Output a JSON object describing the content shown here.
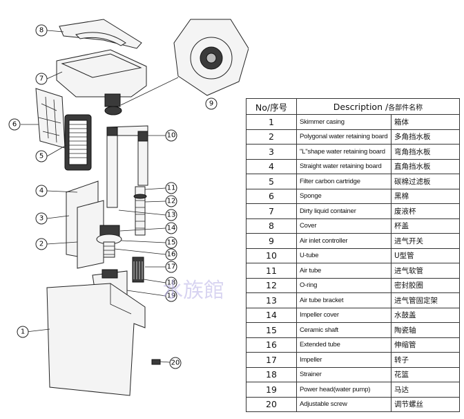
{
  "table": {
    "header": {
      "no": "No/序号",
      "description_en": "Description /",
      "description_cn": "各部件名称"
    },
    "rows": [
      {
        "no": "1",
        "en": "Skimmer casing",
        "cn": "箱体"
      },
      {
        "no": "2",
        "en": "Polygonal water retaining board",
        "cn": "多角挡水板"
      },
      {
        "no": "3",
        "en": "\"L\"shape water retaining board",
        "cn": "弯角挡水板"
      },
      {
        "no": "4",
        "en": "Straight water retaining board",
        "cn": "直角挡水板"
      },
      {
        "no": "5",
        "en": "Filter carbon cartridge",
        "cn": "碳棉过滤板"
      },
      {
        "no": "6",
        "en": "Sponge",
        "cn": "黑棉"
      },
      {
        "no": "7",
        "en": "Dirty liquid container",
        "cn": "废液杯"
      },
      {
        "no": "8",
        "en": "Cover",
        "cn": "杯盖"
      },
      {
        "no": "9",
        "en": "Air inlet controller",
        "cn": "进气开关"
      },
      {
        "no": "10",
        "en": "U-tube",
        "cn": "U型管"
      },
      {
        "no": "11",
        "en": "Air tube",
        "cn": "进气软管"
      },
      {
        "no": "12",
        "en": "O-ring",
        "cn": "密封胶圈"
      },
      {
        "no": "13",
        "en": "Air tube bracket",
        "cn": "进气管固定架"
      },
      {
        "no": "14",
        "en": "Impeller cover",
        "cn": "水鼓盖"
      },
      {
        "no": "15",
        "en": "Ceramic shaft",
        "cn": "陶瓷轴"
      },
      {
        "no": "16",
        "en": "Extended tube",
        "cn": "伸缩管"
      },
      {
        "no": "17",
        "en": "Impeller",
        "cn": "转子"
      },
      {
        "no": "18",
        "en": "Strainer",
        "cn": "花篮"
      },
      {
        "no": "19",
        "en": "Power head(water pump)",
        "cn": "马达"
      },
      {
        "no": "20",
        "en": "Adjustable screw",
        "cn": "调节螺丝"
      }
    ]
  },
  "callouts": [
    "1",
    "2",
    "3",
    "4",
    "5",
    "6",
    "7",
    "8",
    "9",
    "10",
    "11",
    "12",
    "13",
    "14",
    "15",
    "16",
    "17",
    "18",
    "19",
    "20"
  ],
  "watermark": "水族館"
}
